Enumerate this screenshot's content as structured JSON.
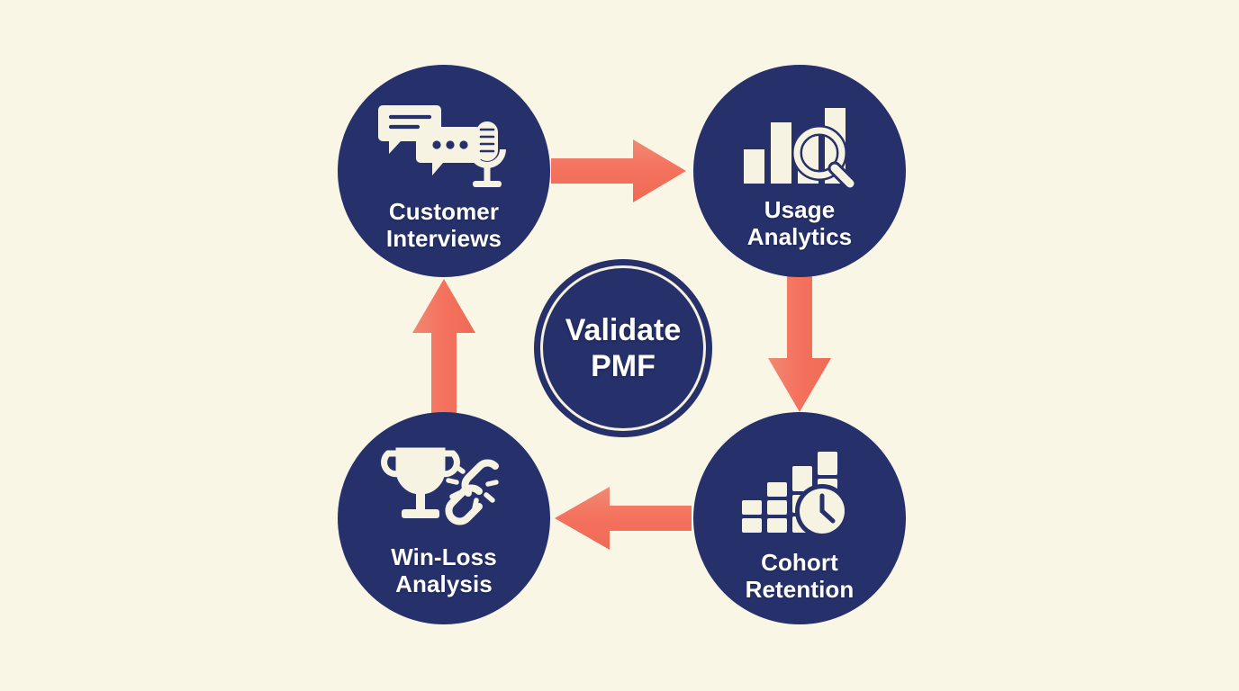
{
  "diagram": {
    "title": "Validate PMF",
    "type": "cyclical-process-diagram",
    "background_color": "#FAF6E6",
    "node_color": "#26316B",
    "arrow_color": "#F4735E",
    "label_color": "#FFFFFF"
  },
  "hub": {
    "label": "Validate\nPMF",
    "ring_color": "#F6F1DF"
  },
  "nodes": [
    {
      "id": "customer-interviews",
      "label": "Customer\nInterviews",
      "icon": "speech-bubbles-microphone-icon",
      "position": "top-left",
      "order": 1
    },
    {
      "id": "usage-analytics",
      "label": "Usage\nAnalytics",
      "icon": "bar-chart-magnifier-icon",
      "position": "top-right",
      "order": 2
    },
    {
      "id": "cohort-retention",
      "label": "Cohort\nRetention",
      "icon": "stacked-bars-clock-icon",
      "position": "bottom-right",
      "order": 3
    },
    {
      "id": "win-loss-analysis",
      "label": "Win-Loss\nAnalysis",
      "icon": "trophy-broken-chain-icon",
      "position": "bottom-left",
      "order": 4
    }
  ],
  "arrows": [
    {
      "id": "arrow-top",
      "from": "customer-interviews",
      "to": "usage-analytics",
      "direction": "right"
    },
    {
      "id": "arrow-right",
      "from": "usage-analytics",
      "to": "cohort-retention",
      "direction": "down"
    },
    {
      "id": "arrow-bottom",
      "from": "cohort-retention",
      "to": "win-loss-analysis",
      "direction": "left"
    },
    {
      "id": "arrow-left",
      "from": "win-loss-analysis",
      "to": "customer-interviews",
      "direction": "up"
    }
  ]
}
